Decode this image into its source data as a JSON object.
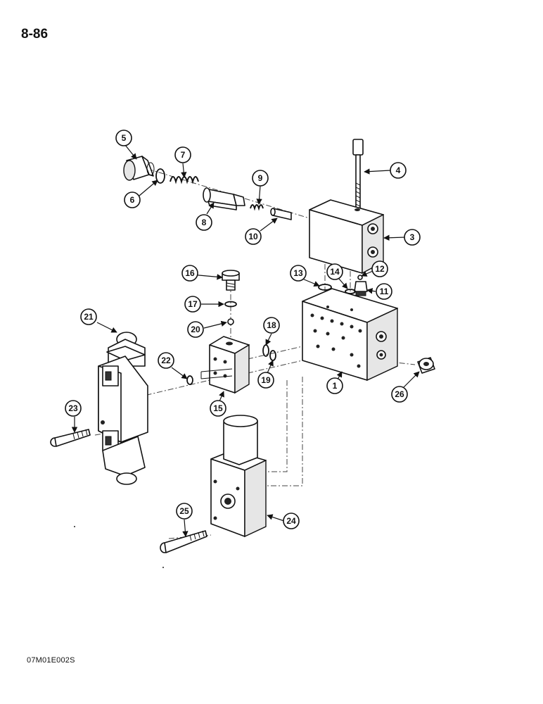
{
  "page": {
    "number": "8-86",
    "figure_code": "07M01E002S"
  },
  "callouts": [
    "1",
    "3",
    "4",
    "5",
    "6",
    "7",
    "8",
    "9",
    "10",
    "11",
    "12",
    "13",
    "14",
    "15",
    "16",
    "17",
    "18",
    "19",
    "20",
    "21",
    "22",
    "23",
    "24",
    "25",
    "26"
  ]
}
